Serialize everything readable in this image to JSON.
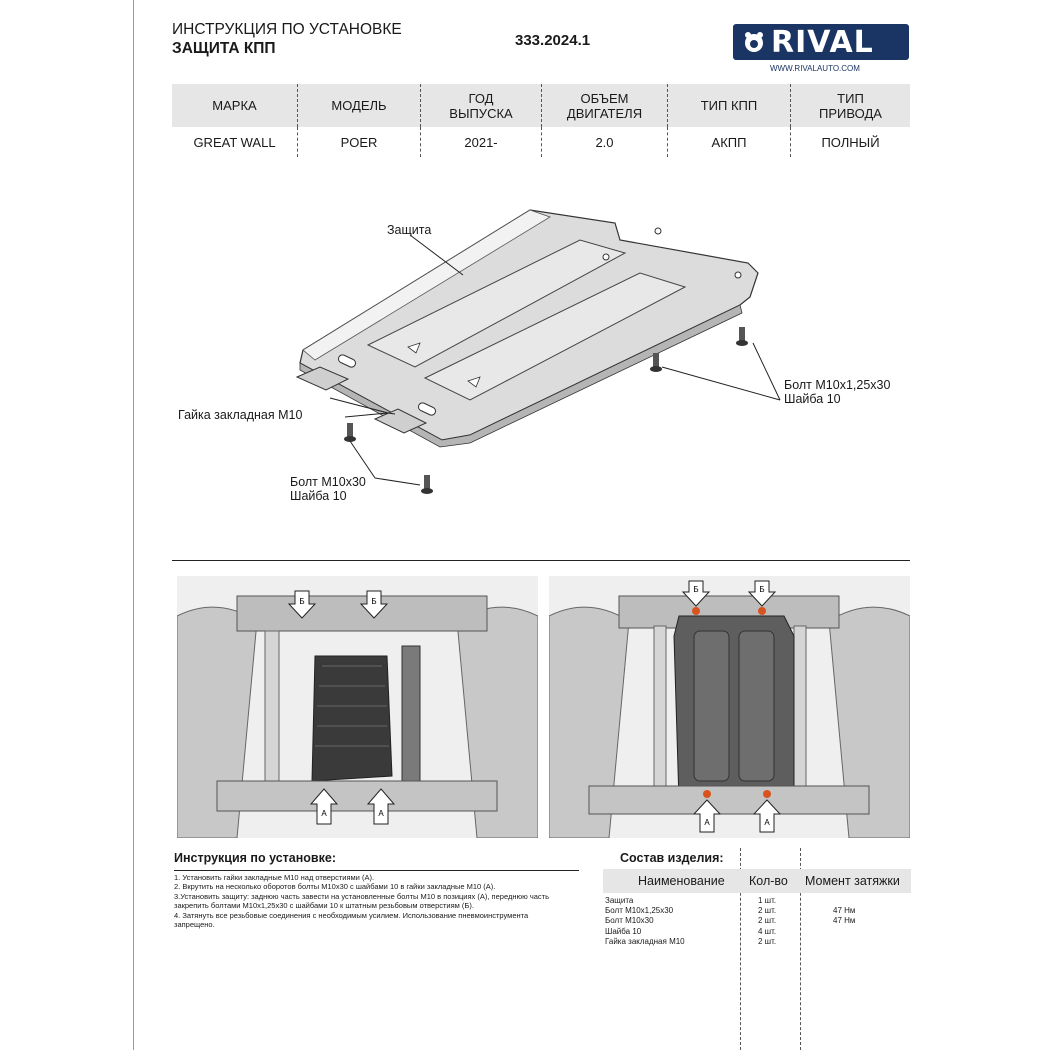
{
  "header": {
    "title_line1": "ИНСТРУКЦИЯ ПО УСТАНОВКЕ",
    "title_line2": "ЗАЩИТА КПП",
    "code": "333.2024.1",
    "logo_text": "RIVAL",
    "logo_url": "WWW.RIVALAUTO.COM"
  },
  "spec_table": {
    "headers": [
      "МАРКА",
      "МОДЕЛЬ",
      "ГОД\nВЫПУСКА",
      "ОБЪЕМ\nДВИГАТЕЛЯ",
      "ТИП КПП",
      "ТИП\nПРИВОДА"
    ],
    "values": [
      "GREAT WALL",
      "POER",
      "2021-",
      "2.0",
      "АКПП",
      "ПОЛНЫЙ"
    ]
  },
  "diagram": {
    "label_guard": "Защита",
    "label_nut": "Гайка закладная М10",
    "label_bolt_right_1": "Болт М10х1,25х30",
    "label_bolt_right_2": "Шайба 10",
    "label_bolt_left_1": "Болт М10х30",
    "label_bolt_left_2": "Шайба 10"
  },
  "photos": {
    "marker_a": "А",
    "marker_b": "Б"
  },
  "instructions": {
    "heading": "Инструкция по установке:",
    "steps": [
      "1. Установить гайки закладные М10 над отверстиями (А).",
      "2. Вкрутить на несколько оборотов болты М10х30 с шайбами 10 в гайки закладные М10 (А).",
      "3.Установить защиту: заднюю часть завести на установленные болты М10 в позициях (А), переднюю часть закрепить болтами М10х1,25х30 с шайбами 10 к штатным резьбовым отверстиям (Б).",
      "4. Затянуть все резьбовые соединения с необходимым усилием. Использование пневмоинструмента запрещено."
    ]
  },
  "composition": {
    "heading": "Состав изделия:",
    "col_name": "Наименование",
    "col_qty": "Кол-во",
    "col_torque": "Момент затяжки",
    "rows": [
      {
        "name": "Защита",
        "qty": "1 шт.",
        "torque": ""
      },
      {
        "name": "Болт М10х1,25х30",
        "qty": "2 шт.",
        "torque": "47 Нм"
      },
      {
        "name": "Болт М10х30",
        "qty": "2 шт.",
        "torque": "47 Нм"
      },
      {
        "name": "Шайба 10",
        "qty": "4 шт.",
        "torque": ""
      },
      {
        "name": "Гайка закладная М10",
        "qty": "2 шт.",
        "torque": ""
      }
    ]
  },
  "colors": {
    "brand": "#1a3563",
    "marker": "#d9531e",
    "header_fill": "#e6e6e6"
  }
}
